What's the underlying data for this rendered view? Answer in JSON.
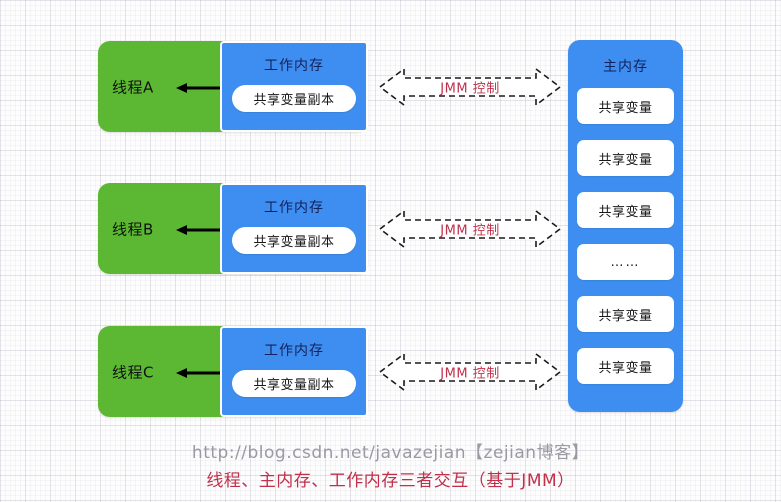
{
  "diagram": {
    "threads": [
      {
        "label": "线程A",
        "working_memory_title": "工作内存",
        "copy_label": "共享变量副本",
        "jmm_label": "JMM 控制"
      },
      {
        "label": "线程B",
        "working_memory_title": "工作内存",
        "copy_label": "共享变量副本",
        "jmm_label": "JMM 控制"
      },
      {
        "label": "线程C",
        "working_memory_title": "工作内存",
        "copy_label": "共享变量副本",
        "jmm_label": "JMM 控制"
      }
    ],
    "main_memory": {
      "title": "主内存",
      "variables": [
        "共享变量",
        "共享变量",
        "共享变量",
        "……",
        "共享变量",
        "共享变量"
      ]
    },
    "watermark": "http://blog.csdn.net/javazejian【zejian博客】",
    "caption": "线程、主内存、工作内存三者交互（基于JMM）",
    "colors": {
      "thread_green": "#5cb832",
      "memory_blue": "#3d8ef0",
      "accent_red": "#c0304a",
      "watermark_gray": "#9a9aa2",
      "title_navy": "#13225c"
    }
  }
}
